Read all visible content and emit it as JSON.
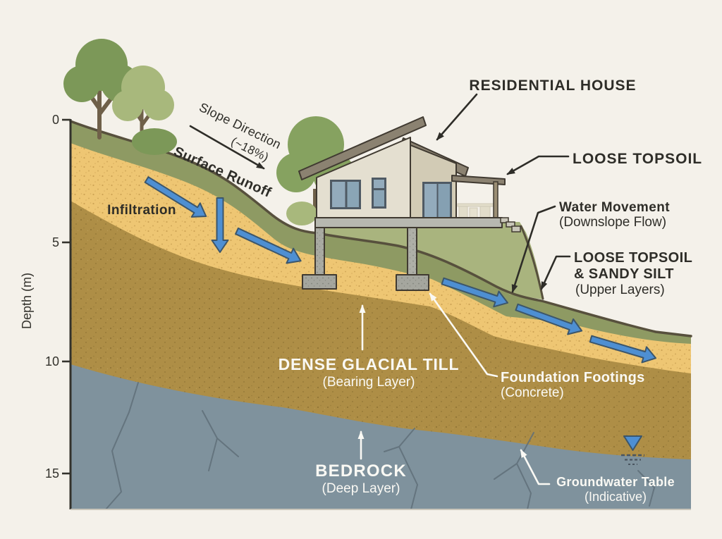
{
  "diagram": {
    "type": "geotechnical-slope-cross-section",
    "axis": {
      "label": "Depth (m)",
      "ticks": [
        "0",
        "5",
        "10",
        "15"
      ]
    },
    "annotations": {
      "slope_direction": {
        "line1": "Slope Direction",
        "line2": "(~18%)"
      },
      "surface_runoff": "Surface Runoff",
      "infiltration": "Infiltration",
      "residential_house": "RESIDENTIAL HOUSE",
      "loose_topsoil": "LOOSE TOPSOIL",
      "water_movement": {
        "line1": "Water Movement",
        "line2": "(Downslope Flow)"
      },
      "upper_layers": {
        "line1": "LOOSE TOPSOIL",
        "line2": "& SANDY SILT",
        "line3": "(Upper Layers)"
      },
      "dense_glacial_till": {
        "line1": "DENSE GLACIAL TILL",
        "line2": "(Bearing Layer)"
      },
      "foundation_footings": {
        "line1": "Foundation Footings",
        "line2": "(Concrete)"
      },
      "bedrock": {
        "line1": "BEDROCK",
        "line2": "(Deep Layer)"
      },
      "groundwater_table": {
        "line1": "Groundwater Table",
        "line2": "(Indicative)"
      }
    },
    "layers": [
      {
        "name": "Loose Topsoil",
        "color": "#8e9a63"
      },
      {
        "name": "Loose Topsoil & Sandy Silt (Upper Layers)",
        "color": "#eec673"
      },
      {
        "name": "Dense Glacial Till (Bearing Layer)",
        "color": "#ae8e46"
      },
      {
        "name": "Bedrock (Deep Layer)",
        "color": "#7f929d"
      }
    ],
    "colors": {
      "background": "#f4f1ea",
      "topsoil_green": "#8e9a63",
      "hill_green": "#a9b47e",
      "sandy_silt": "#eec673",
      "glacial_till": "#ae8e46",
      "bedrock": "#7f929d",
      "surface_line": "#57503d",
      "water_arrow": "#4e8fd2",
      "concrete": "#a9aaa2",
      "roof": "#8b8271",
      "wall_light": "#e4dfd0",
      "wall_dark": "#d2cbb5",
      "window": "#93abbc",
      "tree_dark": "#7c9858",
      "tree_light": "#a8b87c",
      "label_dark": "#2e2d28",
      "label_light": "#faf9f4"
    }
  }
}
